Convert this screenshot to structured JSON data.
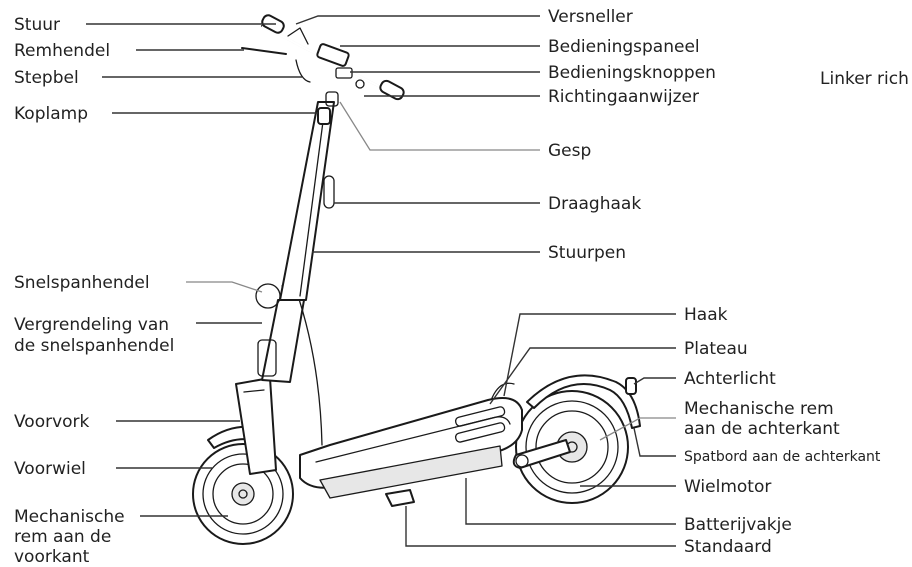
{
  "labels": {
    "stuur": "Stuur",
    "remhendel": "Remhendel",
    "stepbel": "Stepbel",
    "koplamp": "Koplamp",
    "versneller": "Versneller",
    "bedieningspaneel": "Bedieningspaneel",
    "bedieningsknoppen": "Bedieningsknoppen",
    "richtingaanwijzer": "Richtingaanwijzer",
    "linker_rich": "Linker rich",
    "gesp": "Gesp",
    "draaghaak": "Draaghaak",
    "stuurpen": "Stuurpen",
    "snelspanhendel": "Snelspanhendel",
    "vergrendeling_1": "Vergrendeling van",
    "vergrendeling_2": "de snelspanhendel",
    "haak": "Haak",
    "plateau": "Plateau",
    "achterlicht": "Achterlicht",
    "mech_rem_achter_1": "Mechanische rem",
    "mech_rem_achter_2": "aan de achterkant",
    "voorvork": "Voorvork",
    "spatbord": "Spatbord aan de achterkant",
    "voorwiel": "Voorwiel",
    "wielmotor": "Wielmotor",
    "mech_rem_voor_1": "Mechanische",
    "mech_rem_voor_2": "rem aan de",
    "mech_rem_voor_3": "voorkant",
    "batterijvakje": "Batterijvakje",
    "standaard": "Standaard"
  }
}
